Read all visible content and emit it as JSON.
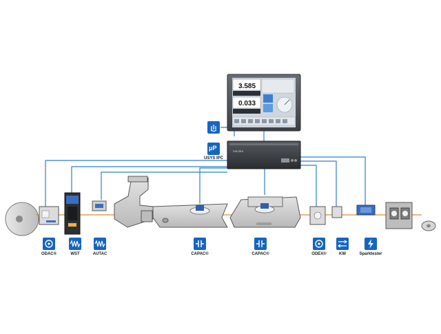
{
  "monitor": {
    "reading_1": "3.585",
    "reading_2": "0.033"
  },
  "ipc": {
    "brand": "SIKORA",
    "label": "USYS IPC",
    "logo_text": "μP"
  },
  "icons": {
    "touch_icon": "hand-touch-icon",
    "ipc_icon": "microprocessor-icon",
    "odac_icon": "ring-gauge-icon",
    "wst_icon": "waveform-icon",
    "autac_icon": "waveform-icon",
    "capac_icon": "capacitor-icon",
    "odex_icon": "ring-gauge-icon",
    "kw_icon": "arrows-icon",
    "spark_icon": "lightning-icon"
  },
  "labels": {
    "odac": "ODAC®",
    "wst": "WST",
    "autac": "AUTAC",
    "capac_1": "CAPAC®",
    "capac_2": "CAPAC®",
    "odex": "ODEX®",
    "kw": "KW",
    "spark": "Sparktester"
  },
  "colors": {
    "line_blue": "#2a7fd0",
    "icon_blue": "#1565c0",
    "machine_grey": "#cfcfcf",
    "dark_grey": "#2b2b2b"
  }
}
